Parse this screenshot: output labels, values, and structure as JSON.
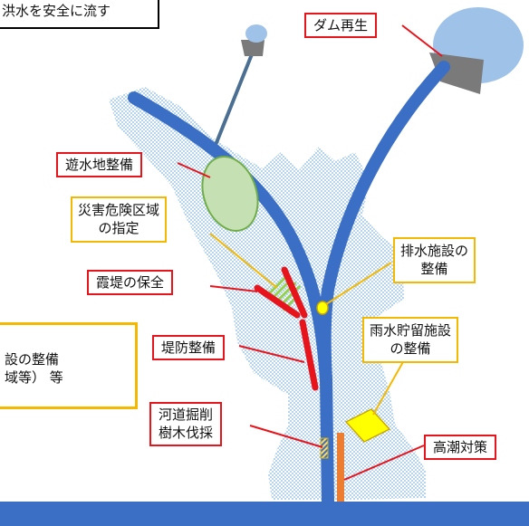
{
  "colors": {
    "river": "#3b6fc6",
    "floodplain_dots": "#9dc6ea",
    "sky_blue": "#9fc3e8",
    "dam": "#7a7a7a",
    "label_red": "#e8141c",
    "label_yellow": "#f5b800",
    "measure_red": "#e8141c",
    "retention_pond": "#c5e0b3",
    "retention_edge": "#70ad47",
    "hatch_green": "#92d050",
    "rain_tank": "#ffff00",
    "high_tide": "#ed7d31"
  },
  "labels": {
    "top_banner": "洪水を安全に流す",
    "dam": "ダム再生",
    "retention": "遊水地整備",
    "hazard_zone_l1": "災害危険区域",
    "hazard_zone_l2": "の指定",
    "drainage_l1": "排水施設の",
    "drainage_l2": "整備",
    "levee_keep": "霞堤の保全",
    "levee": "堤防整備",
    "rain_storage_l1": "雨水貯留施設",
    "rain_storage_l2": "の整備",
    "left_box_l1": "設の整備",
    "left_box_l2": "域等）  等",
    "dredge_l1": "河道掘削",
    "dredge_l2": "樹木伐採",
    "high_tide": "高潮対策"
  }
}
